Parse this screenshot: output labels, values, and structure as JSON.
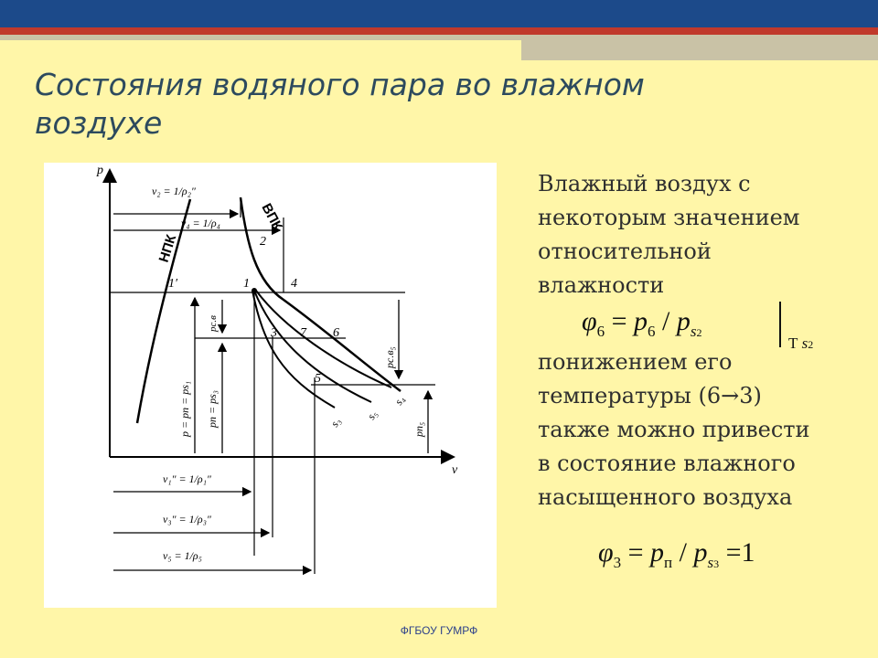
{
  "title": "Состояния водяного пара во влажном воздухе",
  "body_text": {
    "line1": "Влажный воздух с",
    "line2": "некоторым значением",
    "line3": "относительной",
    "line4": "влажности",
    "line5": "понижением его",
    "line6": "температуры (6→3)",
    "line7": "также можно привести",
    "line8": "в состояние влажного",
    "line9": "насыщенного воздуха"
  },
  "formula1": {
    "phi": "φ",
    "sub_phi": "6",
    "eq": "=",
    "p": "p",
    "sub_p": "6",
    "slash": "/",
    "ps": "p",
    "sub_s": "s",
    "sub_s_idx": "2",
    "bar_label": "T",
    "bar_s": "s",
    "bar_s_idx": "2"
  },
  "formula2": {
    "phi": "φ",
    "sub_phi": "3",
    "eq": "=",
    "p": "p",
    "sub_p": "п",
    "slash": "/",
    "ps": "p",
    "sub_s": "s",
    "sub_s_idx": "3",
    "eq2": "=",
    "one": "1"
  },
  "diagram": {
    "axis_p": "p",
    "axis_v": "v",
    "label_npk": "НПК",
    "label_vpk": "ВПК",
    "points": {
      "p1": "1",
      "p1prime": "1′",
      "p2": "2",
      "p3": "3",
      "p4": "4",
      "p5": "5",
      "p6": "6",
      "p7": "7"
    },
    "dims": {
      "v2": "v₂ = 1/ρ₂″",
      "v4": "v₄ = 1/ρ₄",
      "v1": "v₁″ = 1/ρ₁″",
      "v3": "v₃″ = 1/ρ₃″",
      "v5": "v₅ = 1/ρ₅",
      "p_eq": "p = pп = ps₁",
      "pcv": "pс.в",
      "pn_ps3": "pп = ps₃",
      "pcv5": "pс.в₅",
      "pn5": "pп₅"
    },
    "curve_end_labels": {
      "s3": "s₃",
      "s5": "s₅",
      "s4": "s₄"
    }
  },
  "footer": "ФГБОУ ГУМРФ"
}
